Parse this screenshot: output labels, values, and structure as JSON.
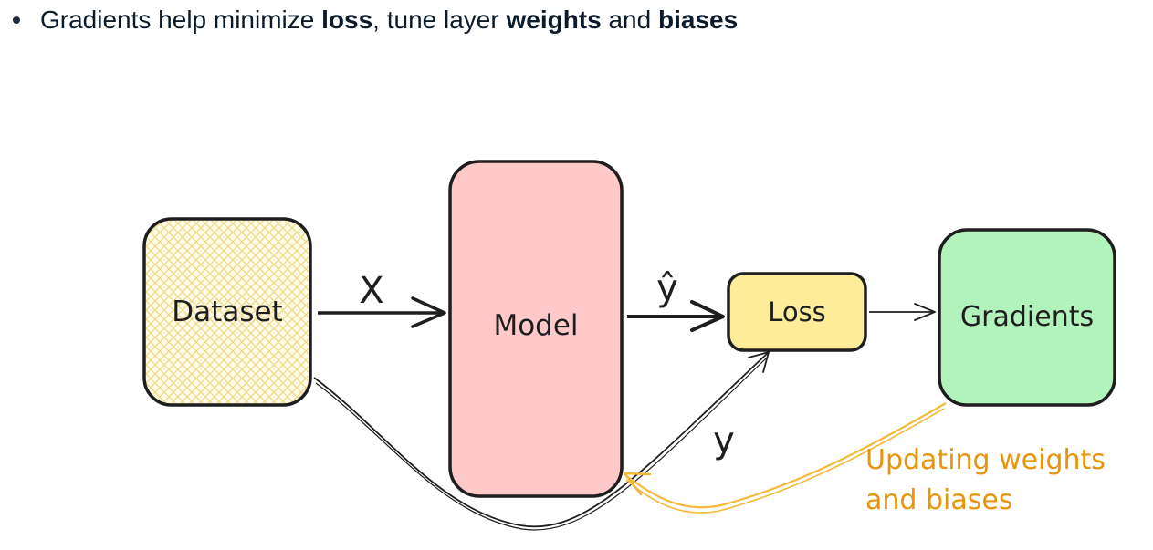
{
  "bullet": {
    "segments": [
      {
        "text": "Gradients help minimize ",
        "bold": false
      },
      {
        "text": "loss",
        "bold": true
      },
      {
        "text": ", tune layer ",
        "bold": false
      },
      {
        "text": "weights",
        "bold": true
      },
      {
        "text": " and ",
        "bold": false
      },
      {
        "text": "biases",
        "bold": true
      }
    ]
  },
  "diagram": {
    "nodes": {
      "dataset": {
        "label": "Dataset",
        "fill": "#fdf3c6",
        "hatch": "#f2df86"
      },
      "model": {
        "label": "Model",
        "fill": "#ffc9c9"
      },
      "loss": {
        "label": "Loss",
        "fill": "#ffec99"
      },
      "gradients": {
        "label": "Gradients",
        "fill": "#b2f2bb"
      }
    },
    "edges": {
      "x_label": "X",
      "y_hat_label": "ŷ",
      "y_label": "y",
      "update_label_line1": "Updating weights",
      "update_label_line2": "and biases"
    },
    "colors": {
      "stroke": "#1e1e1e",
      "update_arrow": "#f5b93a",
      "update_text": "#e8950c"
    }
  }
}
